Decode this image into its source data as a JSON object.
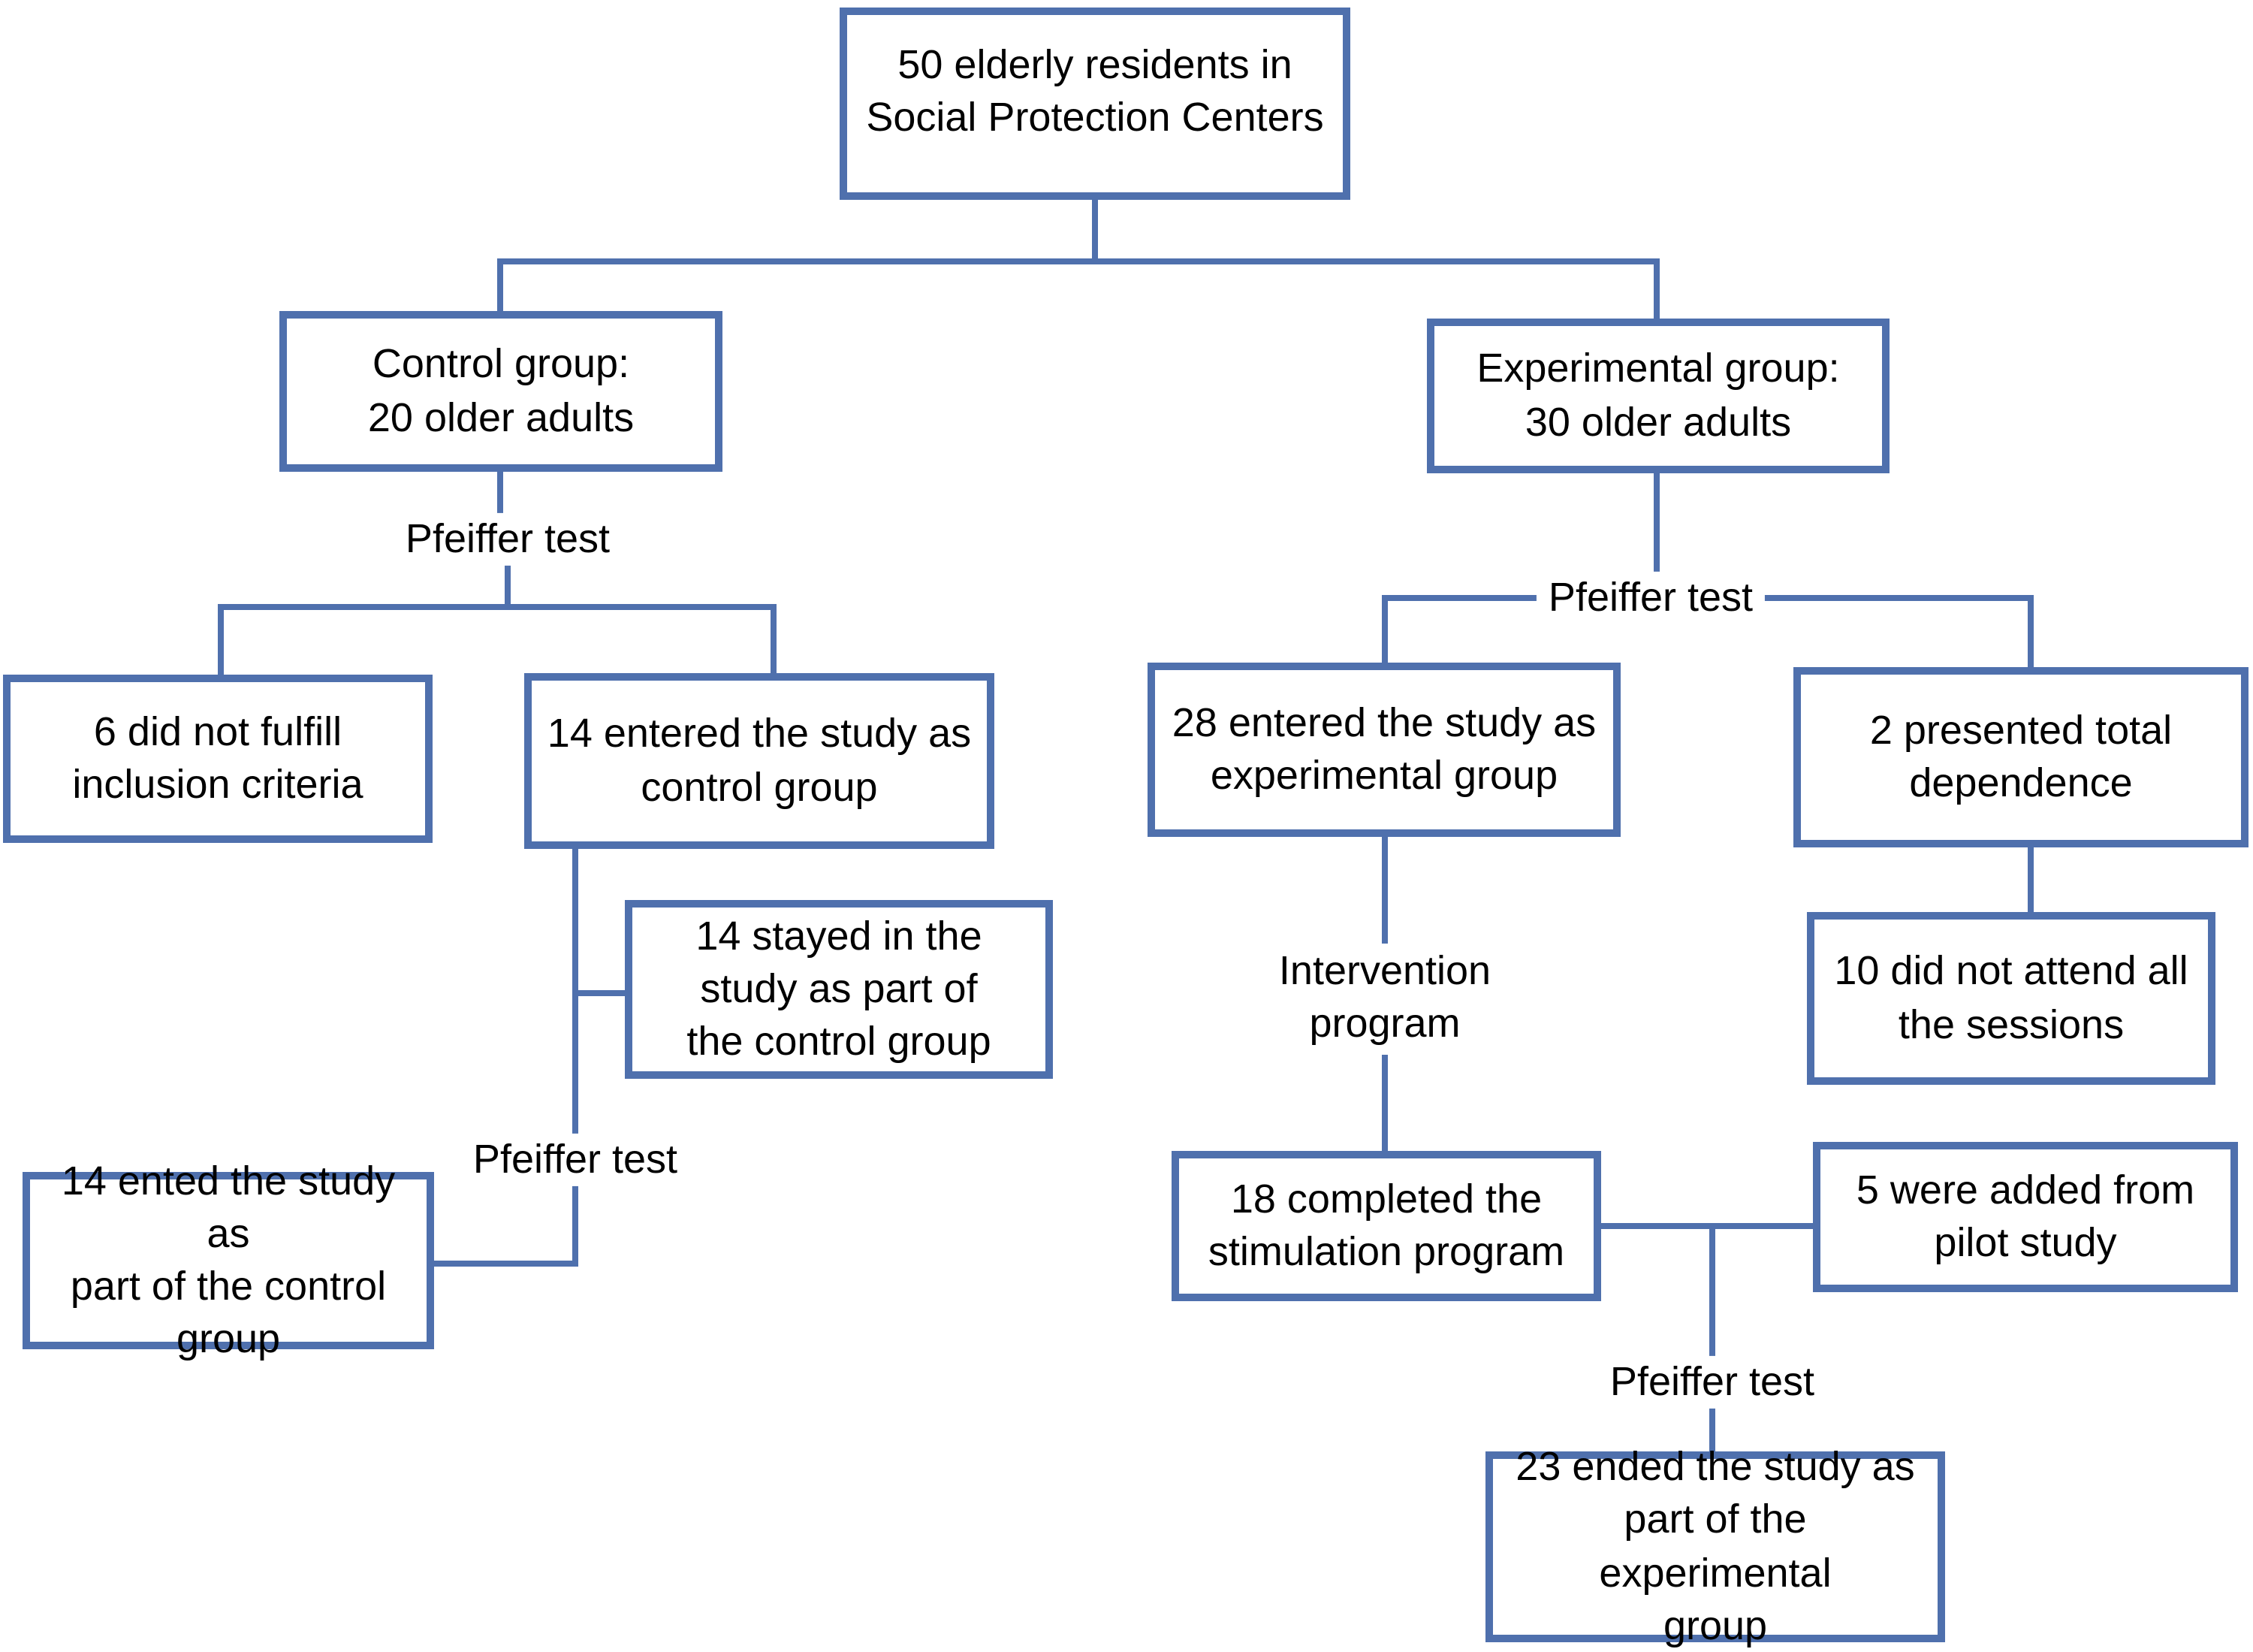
{
  "diagram": {
    "type": "flowchart",
    "description": "Participant flow diagram of elderly residents study",
    "accent_color": "#4f70ad",
    "text_color": "#000000",
    "background_color": "#ffffff"
  },
  "nodes": {
    "total": {
      "text": "50 elderly residents in\nSocial Protection Centers"
    },
    "control": {
      "text": "Control group:\n20 older adults"
    },
    "experimental": {
      "text": "Experimental group:\n30 older adults"
    },
    "not_fulfill": {
      "text": "6 did not fulfill\ninclusion criteria"
    },
    "entered_control": {
      "text": "14 entered the study as\ncontrol group"
    },
    "stayed_control": {
      "text": "14 stayed in the\nstudy as part of\nthe control group"
    },
    "ented_control": {
      "text": "14 ented the study as\npart of the control\ngroup"
    },
    "entered_experimental": {
      "text": "28 entered the study as\nexperimental group"
    },
    "total_dependence": {
      "text": "2 presented total\ndependence"
    },
    "not_attend": {
      "text": "10 did not attend all\nthe sessions"
    },
    "completed_program": {
      "text": "18 completed the\nstimulation program"
    },
    "pilot_added": {
      "text": "5 were added from\npilot study"
    },
    "ended_experimental": {
      "text": "23 ended the study as\npart of the experimental\ngroup"
    }
  },
  "labels": {
    "pfeiffer_control_1": "Pfeiffer test",
    "pfeiffer_control_2": "Pfeiffer test",
    "pfeiffer_experimental_1": "Pfeiffer test",
    "pfeiffer_experimental_2": "Pfeiffer test",
    "intervention_program": "Intervention\nprogram"
  }
}
